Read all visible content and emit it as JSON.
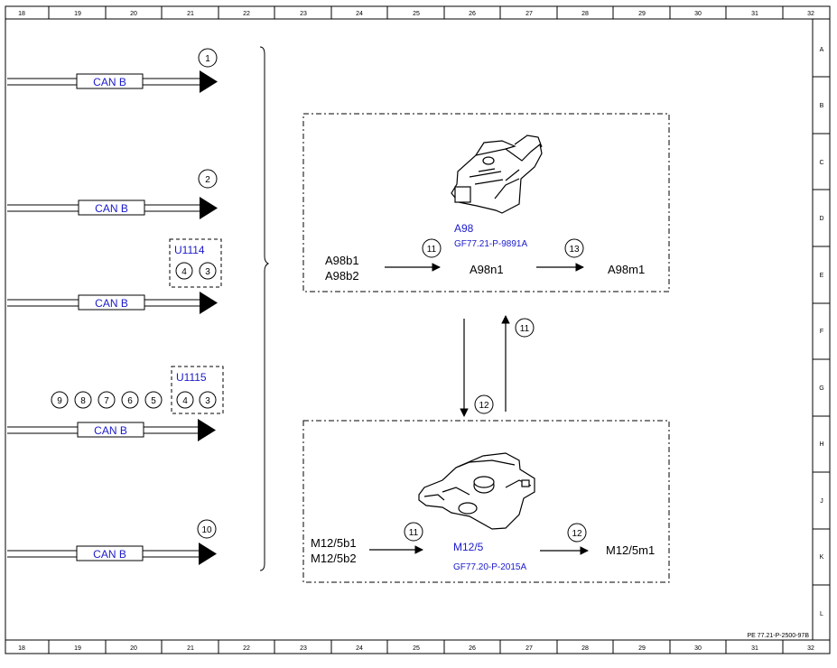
{
  "frame": {
    "top_columns": [
      "18",
      "19",
      "20",
      "21",
      "22",
      "23",
      "24",
      "25",
      "26",
      "27",
      "28",
      "29",
      "30",
      "31",
      "32"
    ],
    "bottom_columns": [
      "18",
      "19",
      "20",
      "21",
      "22",
      "23",
      "24",
      "25",
      "26",
      "27",
      "28",
      "29",
      "30",
      "31",
      "32"
    ],
    "rows": [
      "A",
      "B",
      "C",
      "D",
      "E",
      "F",
      "G",
      "H",
      "J",
      "K",
      "L"
    ],
    "doc_code": "PE 77.21-P-2500-97B"
  },
  "colors": {
    "blue_text": "#1a1acc",
    "line": "#000000"
  },
  "can_lines": [
    {
      "label": "CAN B",
      "marker": "1"
    },
    {
      "label": "CAN B",
      "marker": "2"
    },
    {
      "label": "CAN B",
      "fault_group": {
        "code": "U1114",
        "steps": [
          "4",
          "3"
        ]
      }
    },
    {
      "label": "CAN B",
      "extra_steps": [
        "9",
        "8",
        "7",
        "6",
        "5"
      ],
      "fault_group": {
        "code": "U1115",
        "steps": [
          "4",
          "3"
        ]
      }
    },
    {
      "label": "CAN B",
      "marker": "10"
    }
  ],
  "top_box": {
    "component": "A98",
    "doc_ref": "GF77.21-P-9891A",
    "inputs": [
      "A98b1",
      "A98b2"
    ],
    "step_in": "11",
    "middle": "A98n1",
    "step_out": "13",
    "output": "A98m1",
    "icon": "a98-sliding-roof-control-unit-icon"
  },
  "bottom_box": {
    "component": "M12/5",
    "doc_ref": "GF77.20-P-2015A",
    "inputs": [
      "M12/5b1",
      "M12/5b2"
    ],
    "step_in": "11",
    "step_out": "12",
    "output": "M12/5m1",
    "icon": "m12-5-roller-blind-motor-icon"
  },
  "link_steps": {
    "down": "12",
    "up": "11"
  }
}
